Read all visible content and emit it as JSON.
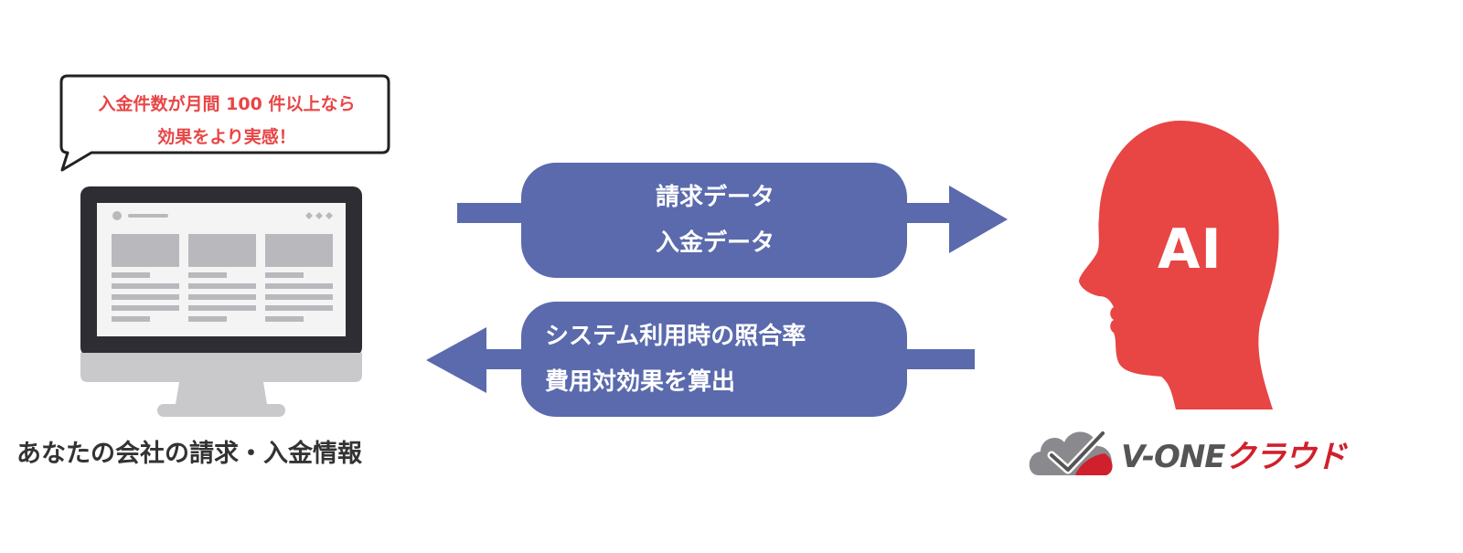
{
  "bubble": {
    "line1": "入金件数が月間 100 件以上なら",
    "line2": "効果をより実感！"
  },
  "company_label": "あなたの会社の請求・入金情報",
  "flow_out": {
    "line1": "請求データ",
    "line2": "入金データ"
  },
  "flow_back": {
    "line1": "システム利用時の照合率",
    "line2": "費用対効果を算出"
  },
  "ai": {
    "label": "AI"
  },
  "logo": {
    "text_main": "V-ONE",
    "text_accent": "クラウド"
  },
  "colors": {
    "arrow_fill": "#5a6aad",
    "head_fill": "#e84545",
    "bubble_text": "#e84545",
    "logo_accent": "#d0202b"
  },
  "icons": {
    "monitor": "desktop-monitor-icon",
    "head": "ai-head-icon",
    "logo": "cloud-check-logo-icon"
  }
}
